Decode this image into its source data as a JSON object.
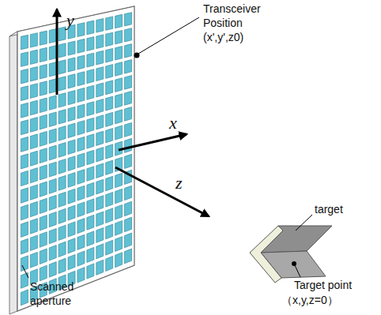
{
  "diagram": {
    "labels": [
      "y",
      "x",
      "z",
      "Transceiver Position",
      "(x',y',z0)",
      "Scanned aperture",
      "target",
      "Target point",
      "（x,y,z=0）"
    ]
  }
}
